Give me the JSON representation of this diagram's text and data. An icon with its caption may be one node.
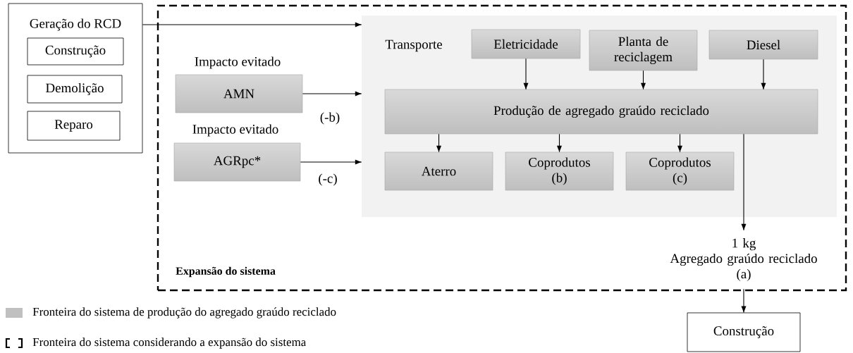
{
  "diagram": {
    "nodes": [
      {
        "text": [
          "Geração do RCD"
        ]
      },
      {
        "text": [
          "Construção"
        ],
        "in": 0
      },
      {
        "text": [
          "Demolição"
        ],
        "in": 0
      },
      {
        "text": [
          "Reparo"
        ],
        "in": 0
      },
      {
        "text": [
          "Expansão do sistema"
        ]
      },
      {
        "text": [
          "Transporte"
        ],
        "in": 4
      },
      {
        "text": [
          "Impacto evitado",
          "AMN"
        ],
        "in": 4
      },
      {
        "text": [
          "Impacto evitado",
          "AGRpc*"
        ],
        "in": 4
      },
      {
        "text": [
          "Eletricidade"
        ],
        "in": 5
      },
      {
        "text": [
          "Planta de reciclagem"
        ],
        "in": 5
      },
      {
        "text": [
          "Diesel"
        ],
        "in": 5
      },
      {
        "text": [
          "Produção de agregado graúdo reciclado"
        ],
        "in": 5
      },
      {
        "text": [
          "Aterro"
        ],
        "in": 5
      },
      {
        "text": [
          "Coprodutos (b)"
        ],
        "in": 5
      },
      {
        "text": [
          "Coprodutos (c)"
        ],
        "in": 5
      },
      {
        "text": [
          "1 kg",
          "Agregado graúdo reciclado",
          "(a)"
        ],
        "in": 4
      },
      {
        "text": [
          "Construção"
        ]
      }
    ],
    "edges": [
      {
        "from": 0,
        "to": 5,
        "arrow": "to"
      },
      {
        "from": 6,
        "to": 5,
        "arrow": "to",
        "label": "(-b)"
      },
      {
        "from": 7,
        "to": 5,
        "arrow": "to",
        "label": "(-c)"
      },
      {
        "from": 8,
        "to": 11,
        "arrow": "to"
      },
      {
        "from": 9,
        "to": 11,
        "arrow": "to"
      },
      {
        "from": 10,
        "to": 11,
        "arrow": "to"
      },
      {
        "from": 11,
        "to": 12,
        "arrow": "to"
      },
      {
        "from": 11,
        "to": 13,
        "arrow": "to"
      },
      {
        "from": 11,
        "to": 14,
        "arrow": "to"
      },
      {
        "from": 11,
        "to": 15,
        "arrow": "to"
      },
      {
        "from": 15,
        "to": 16,
        "arrow": "to"
      }
    ],
    "legend": [
      {
        "text": "Fronteira do sistema de produção do agregado graúdo reciclado",
        "color": "#c0c0c0"
      },
      {
        "text": "Fronteira do sistema considerando a expansão do sistema"
      }
    ]
  }
}
